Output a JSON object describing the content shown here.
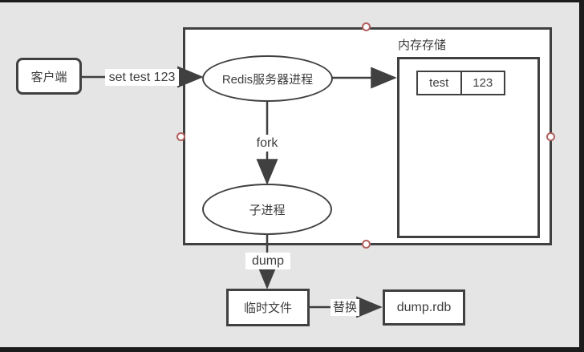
{
  "canvas": {
    "background_color": "#e5e5e5",
    "stroke_color": "#404040",
    "text_color": "#3d3d3d",
    "selection_handle_color": "#b1605c"
  },
  "nodes": {
    "client": {
      "label": "客户端"
    },
    "redis_process": {
      "label": "Redis服务器进程"
    },
    "memory_store": {
      "title": "内存存储"
    },
    "kv_entry": {
      "key": "test",
      "value": "123"
    },
    "child_process": {
      "label": "子进程"
    },
    "temp_file": {
      "label": "临时文件"
    },
    "rdb_file": {
      "label": "dump.rdb"
    }
  },
  "edges": {
    "set_command": {
      "label": "set test 123"
    },
    "fork": {
      "label": "fork"
    },
    "dump": {
      "label": "dump"
    },
    "replace": {
      "label": "替换"
    }
  }
}
